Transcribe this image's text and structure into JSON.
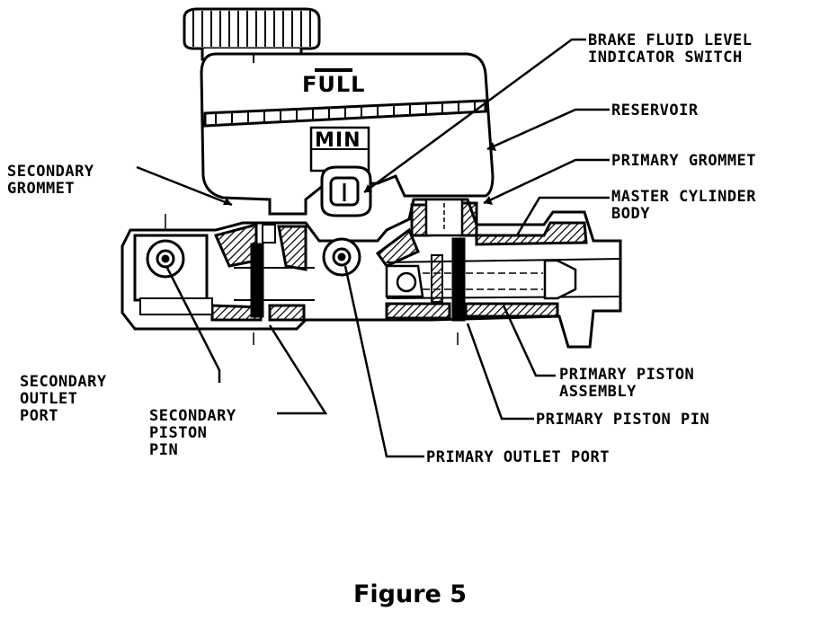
{
  "labels": {
    "brake_fluid_switch": "BRAKE FLUID LEVEL\nINDICATOR SWITCH",
    "reservoir": "RESERVOIR",
    "primary_grommet": "PRIMARY GROMMET",
    "master_cylinder_body": "MASTER CYLINDER\nBODY",
    "secondary_grommet": "SECONDARY\nGROMMET",
    "secondary_outlet_port": "SECONDARY\nOUTLET\nPORT",
    "secondary_piston_pin": "SECONDARY\nPISTON\nPIN",
    "primary_outlet_port": "PRIMARY OUTLET PORT",
    "primary_piston_assembly": "PRIMARY PISTON\nASSEMBLY",
    "primary_piston_pin": "PRIMARY PISTON PIN"
  },
  "reservoir_marks": {
    "full": "FULL",
    "min": "MIN"
  },
  "caption": "Figure 5"
}
